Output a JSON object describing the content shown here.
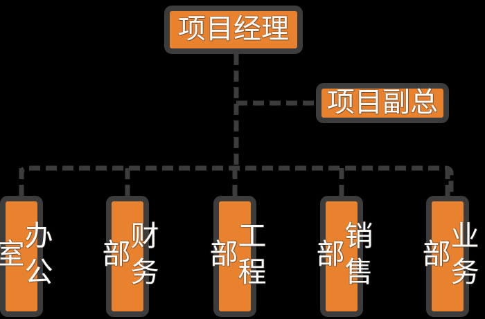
{
  "diagram": {
    "title_text": "",
    "type": "organization-chart",
    "background_color": "#000000",
    "node_fill_color": "#e8822e",
    "node_border_color": "#3d3c3c",
    "node_text_color": "#ffffff",
    "connector_color": "#3d3c3c",
    "connector_style": "dashed"
  },
  "nodes": {
    "manager": {
      "label": "项目经理",
      "orientation": "horizontal",
      "level": "top"
    },
    "deputy": {
      "label": "项目副总",
      "orientation": "horizontal",
      "level": "second"
    },
    "departments": [
      {
        "label": "办公室",
        "orientation": "vertical"
      },
      {
        "label": "财务部",
        "orientation": "vertical"
      },
      {
        "label": "工程部",
        "orientation": "vertical"
      },
      {
        "label": "销售部",
        "orientation": "vertical"
      },
      {
        "label": "业务部",
        "orientation": "vertical"
      }
    ]
  }
}
